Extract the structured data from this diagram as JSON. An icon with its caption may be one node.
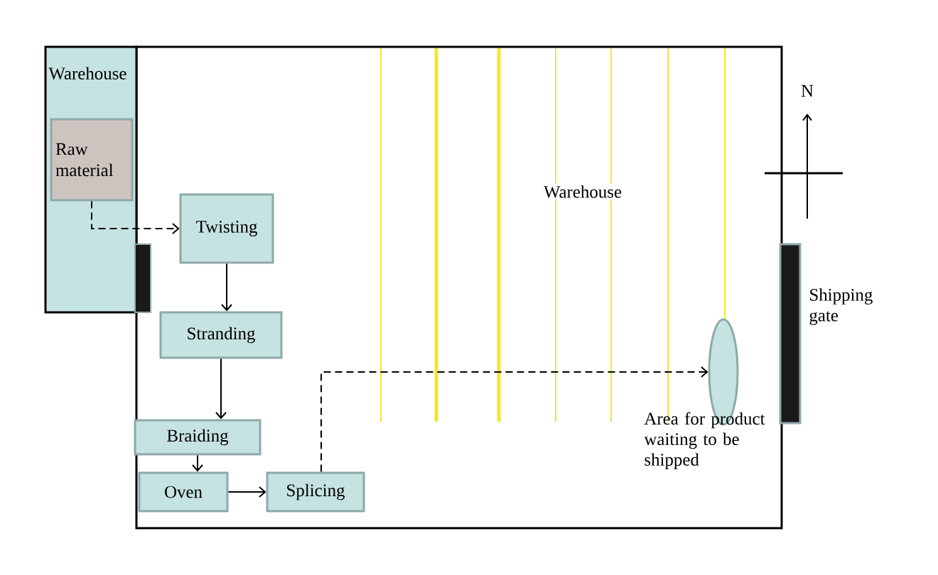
{
  "diagram": {
    "nodes": [
      {
        "text": [
          "Warehouse"
        ]
      },
      {
        "text": [
          "Raw material"
        ],
        "in": 0
      },
      {
        "text": [
          "Warehouse"
        ]
      },
      {
        "text": [
          "Twisting"
        ],
        "in": 2
      },
      {
        "text": [
          "Stranding"
        ],
        "in": 2
      },
      {
        "text": [
          "Braiding"
        ],
        "in": 2
      },
      {
        "text": [
          "Oven"
        ],
        "in": 2
      },
      {
        "text": [
          "Splicing"
        ],
        "in": 2
      },
      {
        "text": [],
        "shape": "ellipse",
        "in": 2,
        "beside": [
          "Area for product waiting to be shipped"
        ]
      },
      {
        "text": [],
        "shape": "bar",
        "beside": [
          "Shipping gate"
        ]
      }
    ],
    "edges": [
      {
        "from": 1,
        "to": 3,
        "arrow": "to",
        "style": "dashed"
      },
      {
        "from": 3,
        "to": 4,
        "arrow": "to"
      },
      {
        "from": 4,
        "to": 5,
        "arrow": "to"
      },
      {
        "from": 5,
        "to": 6,
        "arrow": "to"
      },
      {
        "from": 6,
        "to": 7,
        "arrow": "to"
      },
      {
        "from": 7,
        "to": 8,
        "arrow": "to",
        "style": "dashed"
      }
    ],
    "labels": [
      "N"
    ]
  }
}
